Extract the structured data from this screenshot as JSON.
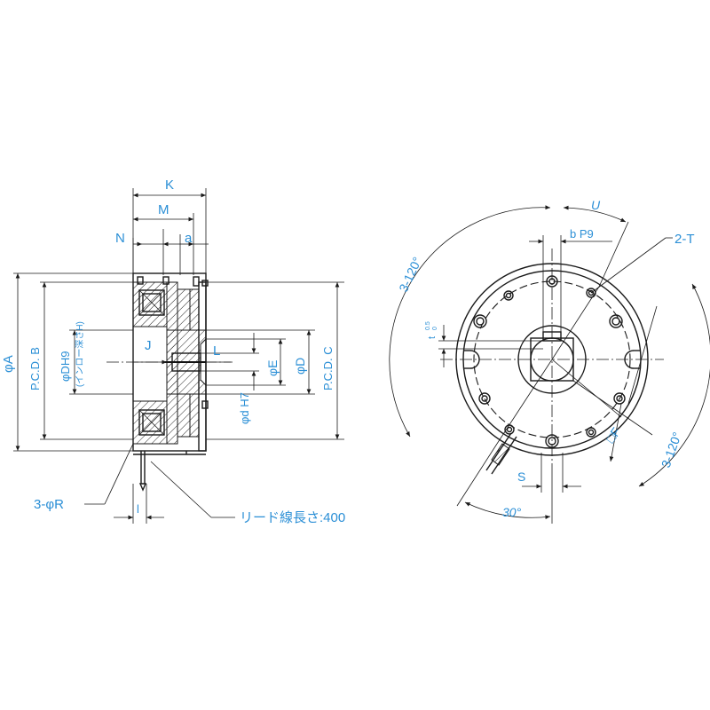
{
  "labels": {
    "K": "K",
    "M": "M",
    "N": "N",
    "a": "a",
    "phiA": "φA",
    "pcdB": "P.C.D. B",
    "phiDH9": "φDH9",
    "inlowNote": "(インロー深さH)",
    "J": "J",
    "L": "L",
    "phiE": "φE",
    "phiD": "φD",
    "phidH7": "φd H7",
    "pcdC": "P.C.D. C",
    "threePhiR": "3-φR",
    "lowerL": "l",
    "leadWire": "リード線長さ:400",
    "U": "U",
    "bP9": "b P9",
    "twoT": "2-T",
    "t05": "t",
    "t05sup": "0.5",
    "t05sub": "0",
    "angleTopLeft": "3-120°",
    "angleRight": "3-120°",
    "squareF": "□F",
    "S": "S",
    "thirtyDeg": "30°"
  },
  "colors": {
    "dimension": "#2b8fd6",
    "line": "#1a1a1a"
  }
}
